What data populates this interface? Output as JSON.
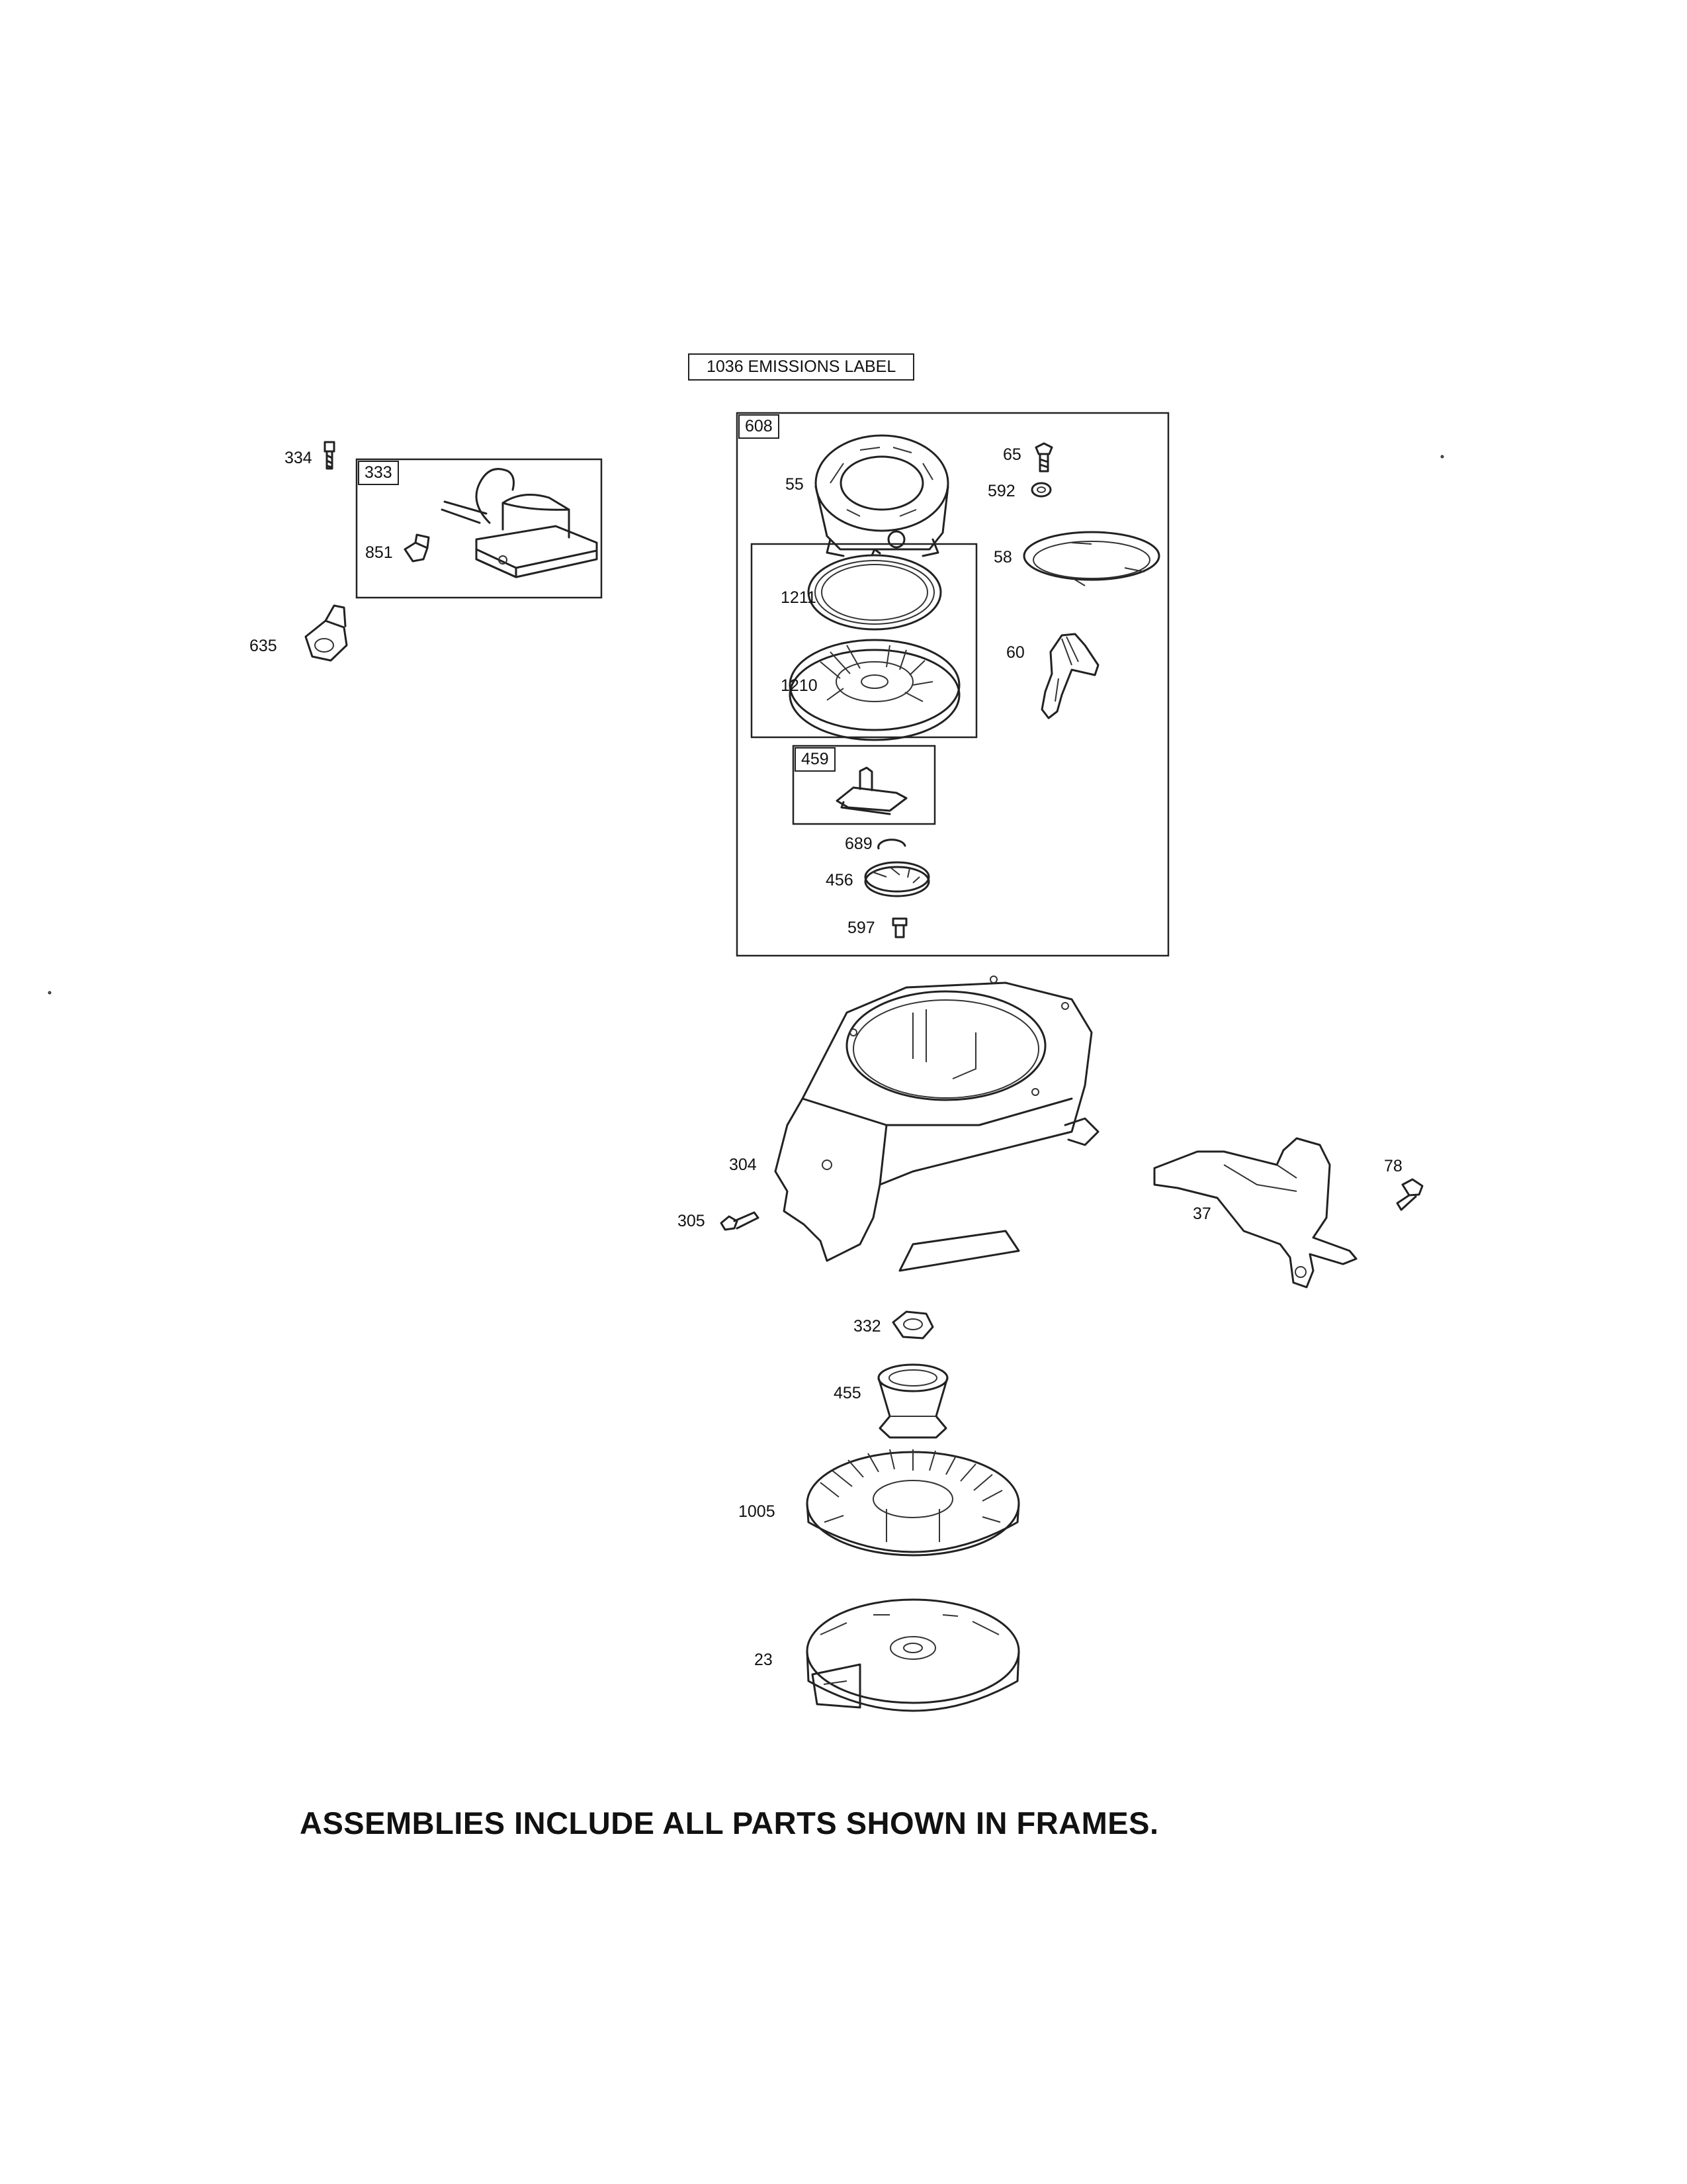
{
  "emissions_label": "1036 EMISSIONS LABEL",
  "frames": {
    "ignition": "333",
    "starter": "608",
    "pulley_set": "",
    "pawl": "459"
  },
  "callouts": {
    "p334": "334",
    "p851": "851",
    "p635": "635",
    "p65": "65",
    "p55": "55",
    "p592": "592",
    "p58": "58",
    "p1211": "1211",
    "p1210": "1210",
    "p60": "60",
    "p689": "689",
    "p456": "456",
    "p597": "597",
    "p304": "304",
    "p305": "305",
    "p78": "78",
    "p37": "37",
    "p332": "332",
    "p455": "455",
    "p1005": "1005",
    "p23": "23"
  },
  "footer_note": "ASSEMBLIES INCLUDE ALL PARTS SHOWN IN FRAMES."
}
